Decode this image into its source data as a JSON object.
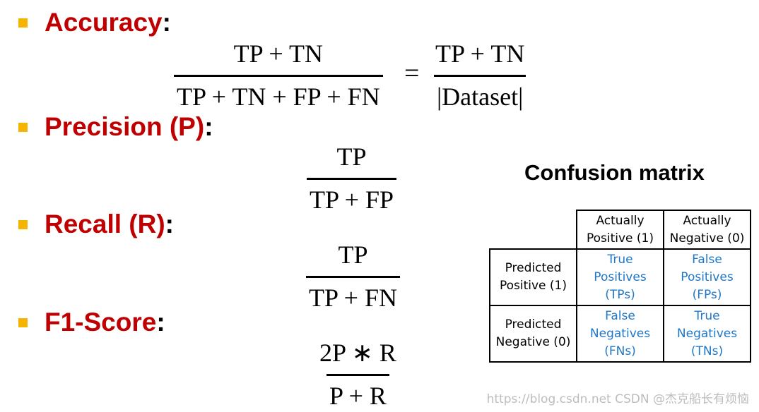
{
  "sections": {
    "accuracy": {
      "label": "Accuracy",
      "colon": ":",
      "frac1_num": "TP + TN",
      "frac1_den": "TP + TN + FP + FN",
      "equals": "=",
      "frac2_num": "TP + TN",
      "frac2_den": "|Dataset|"
    },
    "precision": {
      "label": "Precision (P)",
      "colon": ":",
      "num": "TP",
      "den": "TP + FP"
    },
    "recall": {
      "label": "Recall (R)",
      "colon": ":",
      "num": "TP",
      "den": "TP + FN"
    },
    "f1": {
      "label": "F1-Score",
      "colon": ":",
      "num": "2P ∗ R",
      "den": "P + R"
    }
  },
  "confusion_matrix": {
    "title": "Confusion matrix",
    "col_headers": [
      {
        "line1": "Actually",
        "line2": "Positive (1)"
      },
      {
        "line1": "Actually",
        "line2": "Negative (0)"
      }
    ],
    "rows": [
      {
        "header": {
          "line1": "Predicted",
          "line2": "Positive (1)"
        },
        "cells": [
          {
            "line1": "True",
            "line2": "Positives",
            "line3": "(TPs)"
          },
          {
            "line1": "False",
            "line2": "Positives",
            "line3": "(FPs)"
          }
        ]
      },
      {
        "header": {
          "line1": "Predicted",
          "line2": "Negative (0)"
        },
        "cells": [
          {
            "line1": "False",
            "line2": "Negatives",
            "line3": "(FNs)"
          },
          {
            "line1": "True",
            "line2": "Negatives",
            "line3": "(TNs)"
          }
        ]
      }
    ],
    "cell_color": "#1f77c8"
  },
  "colors": {
    "heading": "#c00000",
    "bullet": "#f5b400"
  },
  "watermark": "https://blog.csdn.net CSDN @杰克船长有烦恼"
}
